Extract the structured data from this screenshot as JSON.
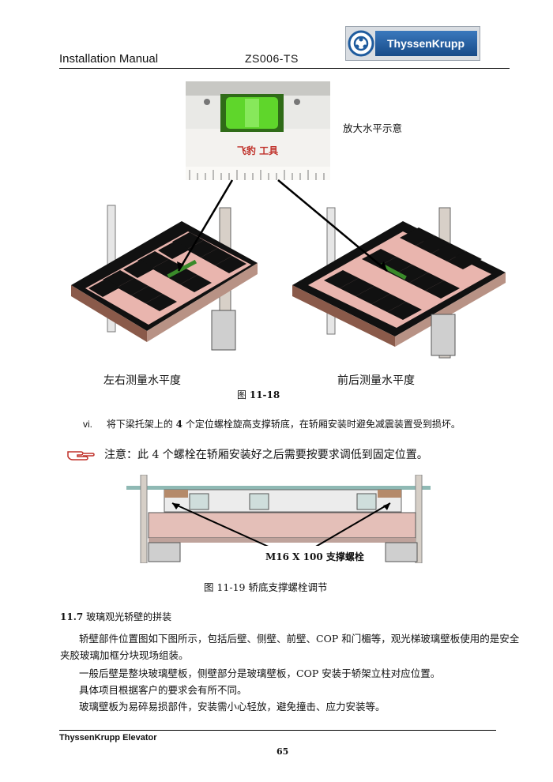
{
  "header": {
    "left": "Installation Manual",
    "center": "ZS006-TS",
    "logo_text": "ThyssenKrupp"
  },
  "figure_11_18": {
    "zoom_label": "放大水平示意",
    "level_brand": "飞豹 工具",
    "left_label": "左右测量水平度",
    "right_label": "前后测量水平度",
    "caption_prefix": "图",
    "caption_number": "11-18"
  },
  "step_vi": {
    "marker": "vi.",
    "text_a": "将下梁托架上的",
    "num": "4",
    "text_b": "个定位螺栓旋高支撑轿底，在轿厢安装时避免减震装置受到损坏。"
  },
  "note": {
    "icon": "pointing-hand-icon",
    "text": "注意：此 4 个螺栓在轿厢安装好之后需要按要求调低到固定位置。"
  },
  "figure_11_19": {
    "bolt_label": "M16 X 100 支撑螺栓",
    "caption": "图 11-19 轿底支撑螺栓调节"
  },
  "section": {
    "number": "11.7",
    "title": "玻璃观光轿壁的拼装"
  },
  "paragraphs": [
    "轿壁部件位置图如下图所示，包括后壁、侧壁、前壁、COP 和门楣等，观光梯玻璃壁板使用的是安全",
    "夹胶玻璃加框分块现场组装。",
    "一般后壁是整块玻璃壁板，侧壁部分是玻璃壁板，COP 安装于轿架立柱对应位置。",
    "具体项目根据客户的要求会有所不同。",
    "玻璃壁板为易碎易损部件，安装需小心轻放，避免撞击、应力安装等。"
  ],
  "footer": {
    "left": "ThyssenKrupp Elevator",
    "page": "65"
  },
  "colors": {
    "tile_pink": "#e9b5ae",
    "tile_black": "#111111",
    "level_green": "#5fd62b",
    "logo_blue": "#1e5b9e"
  }
}
